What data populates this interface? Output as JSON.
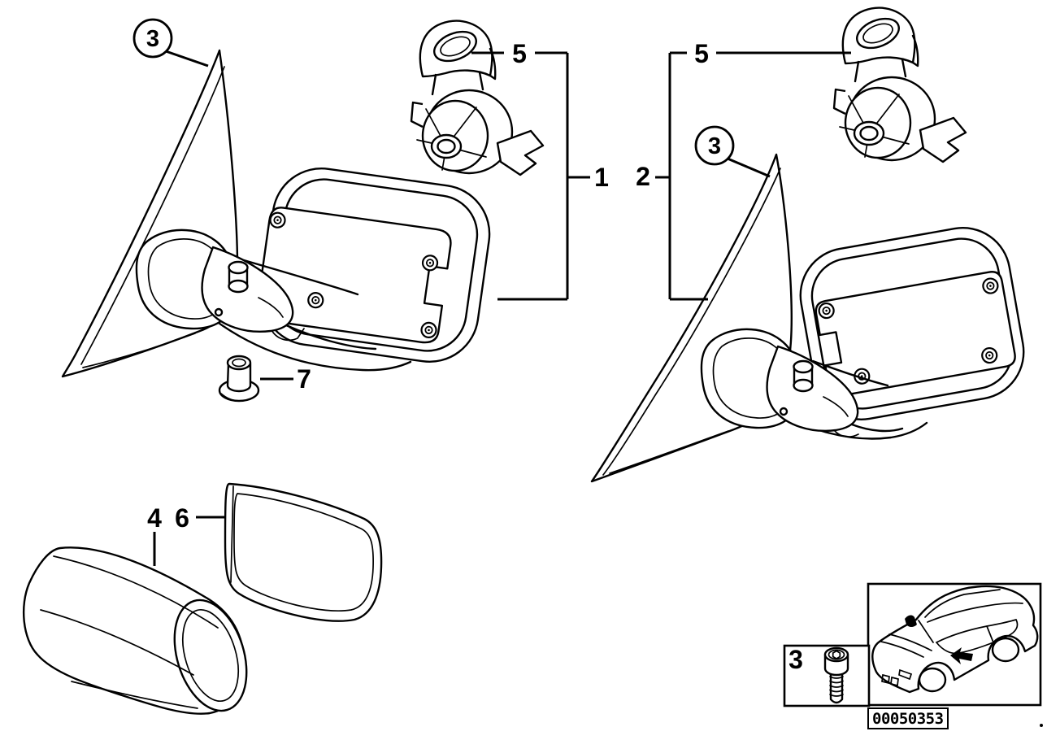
{
  "diagram": {
    "background": "#ffffff",
    "line_color": "#000000",
    "callouts": {
      "left_triangle_gasket": "3",
      "left_actuator": "5",
      "left_mirror_assembly": "1",
      "grommet": "7",
      "right_mirror_assembly": "2",
      "right_actuator": "5",
      "right_triangle_gasket": "3",
      "mirror_cover": "4",
      "mirror_glass": "6",
      "legend_screw": "3"
    },
    "image_number": "00050353"
  }
}
